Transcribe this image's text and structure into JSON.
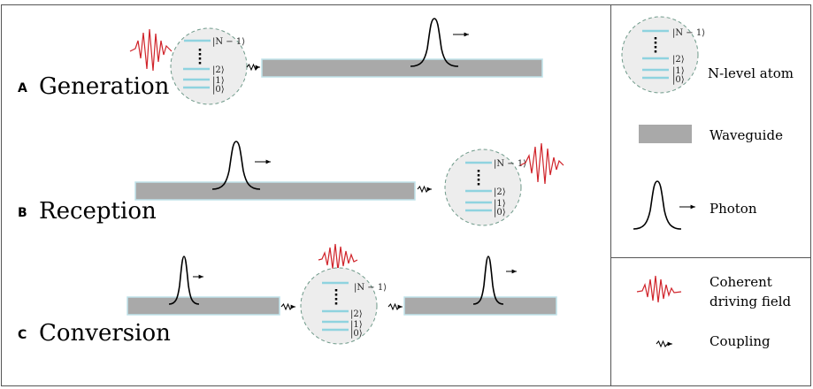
{
  "rows": [
    {
      "letter": "A",
      "title": "Generation"
    },
    {
      "letter": "B",
      "title": "Reception"
    },
    {
      "letter": "C",
      "title": "Conversion"
    }
  ],
  "atom_levels": {
    "top": "|N − 1⟩",
    "l2": "|2⟩",
    "l1": "|1⟩",
    "l0": "|0⟩"
  },
  "legend": {
    "atom": "N-level atom",
    "waveguide": "Waveguide",
    "photon": "Photon",
    "driving_line1": "Coherent",
    "driving_line2": "driving field",
    "coupling": "Coupling"
  },
  "colors": {
    "waveguide": "#a9a9a9",
    "waveguide_edge": "#bfe3ea",
    "level": "#8fd3df",
    "atom_fill": "#ededed",
    "atom_border": "#6f9a8a",
    "driving_field": "#d0232a",
    "frame": "#555555"
  }
}
